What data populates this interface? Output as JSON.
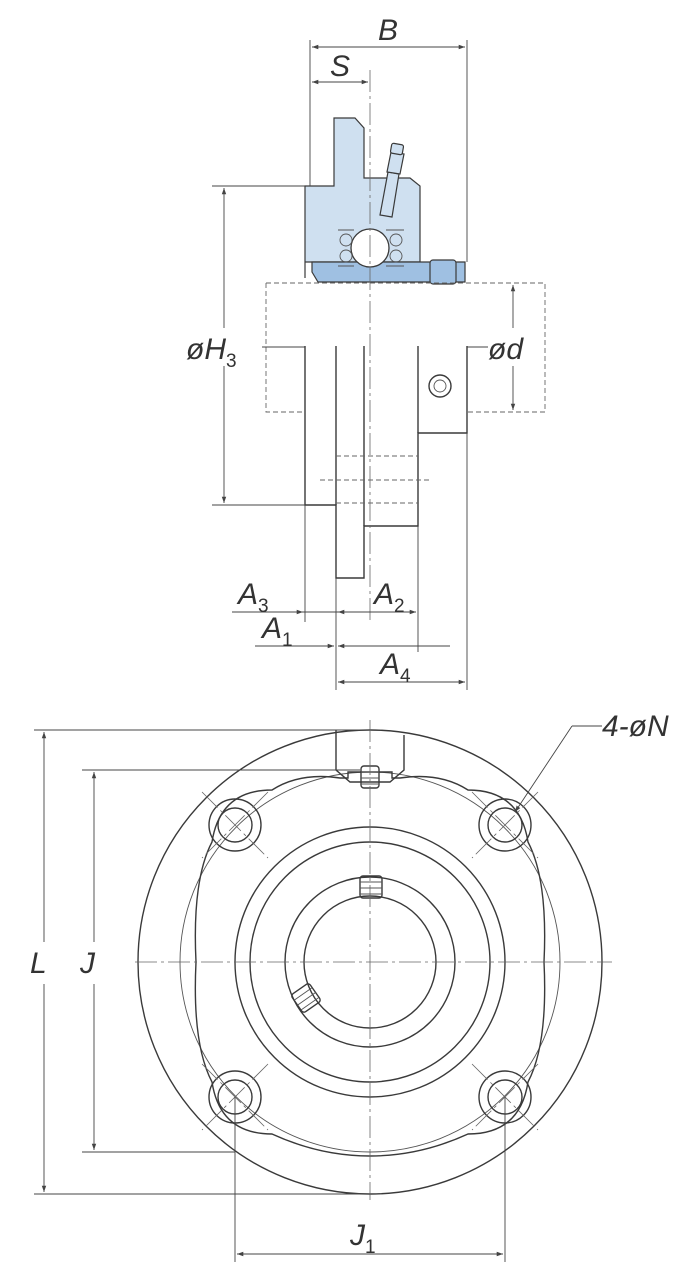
{
  "labels": {
    "B": "B",
    "S": "S",
    "H3": {
      "sym": "øH",
      "sub": "3"
    },
    "d": "ød",
    "A3": {
      "sym": "A",
      "sub": "3"
    },
    "A2": {
      "sym": "A",
      "sub": "2"
    },
    "A1": {
      "sym": "A",
      "sub": "1"
    },
    "A4": {
      "sym": "A",
      "sub": "4"
    },
    "N": "4-øN",
    "L": "L",
    "J": "J",
    "J1": {
      "sym": "J",
      "sub": "1"
    }
  },
  "colors": {
    "line": "#3a3a3a",
    "bearing_fill": "#cfe0f0",
    "bearing_dark": "#9fc0e2"
  }
}
